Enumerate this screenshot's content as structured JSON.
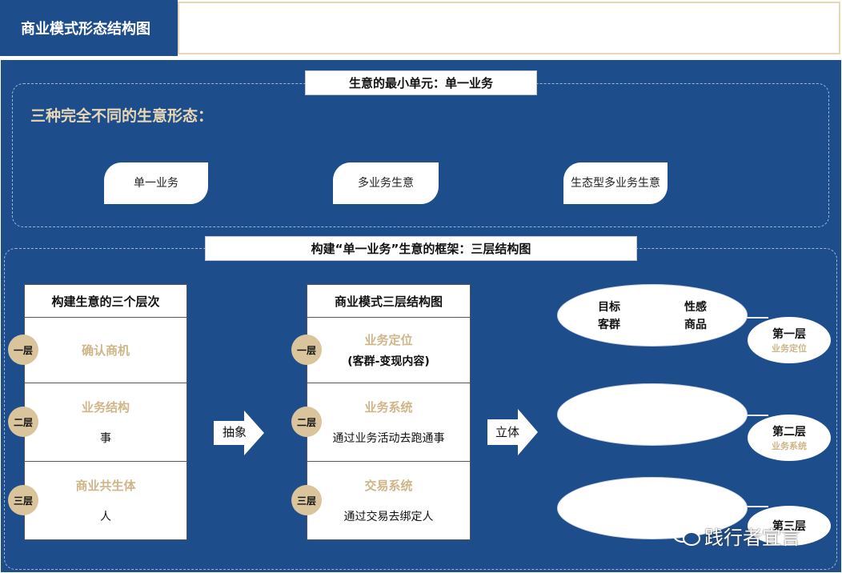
{
  "header": {
    "title": "商业模式形态结构图"
  },
  "section1": {
    "banner": "生意的最小单元：单一业务",
    "heading": "三种完全不同的生意形态：",
    "forms": [
      "单一业务",
      "多业务生意",
      "生态型多业务生意"
    ]
  },
  "section2": {
    "banner": "构建“单一业务”生意的框架：三层结构图",
    "left_table": {
      "header": "构建生意的三个层次",
      "rows": [
        {
          "layer": "一层",
          "title": "确认商机",
          "sub": ""
        },
        {
          "layer": "二层",
          "title": "业务结构",
          "sub": "事"
        },
        {
          "layer": "三层",
          "title": "商业共生体",
          "sub": "人"
        }
      ]
    },
    "arrow1": "抽象",
    "mid_table": {
      "header": "商业模式三层结构图",
      "rows": [
        {
          "layer": "一层",
          "title": "业务定位",
          "sub": "(客群-变现内容)"
        },
        {
          "layer": "二层",
          "title": "业务系统",
          "sub": "通过业务活动去跑通事"
        },
        {
          "layer": "三层",
          "title": "交易系统",
          "sub": "通过交易去绑定人"
        }
      ]
    },
    "arrow2": "立体",
    "ellipse1": {
      "left_top": "目标",
      "left_bottom": "客群",
      "right_top": "性感",
      "right_bottom": "商品"
    },
    "badges": [
      {
        "title": "第一层",
        "sub": "业务定位"
      },
      {
        "title": "第二层",
        "sub": "业务系统"
      },
      {
        "title": "第三层",
        "sub": ""
      }
    ]
  },
  "watermark": {
    "text": "践行者宜言"
  },
  "colors": {
    "panel": "#1e4d8c",
    "accent": "#cfb588",
    "circle": "#d9c49b"
  }
}
